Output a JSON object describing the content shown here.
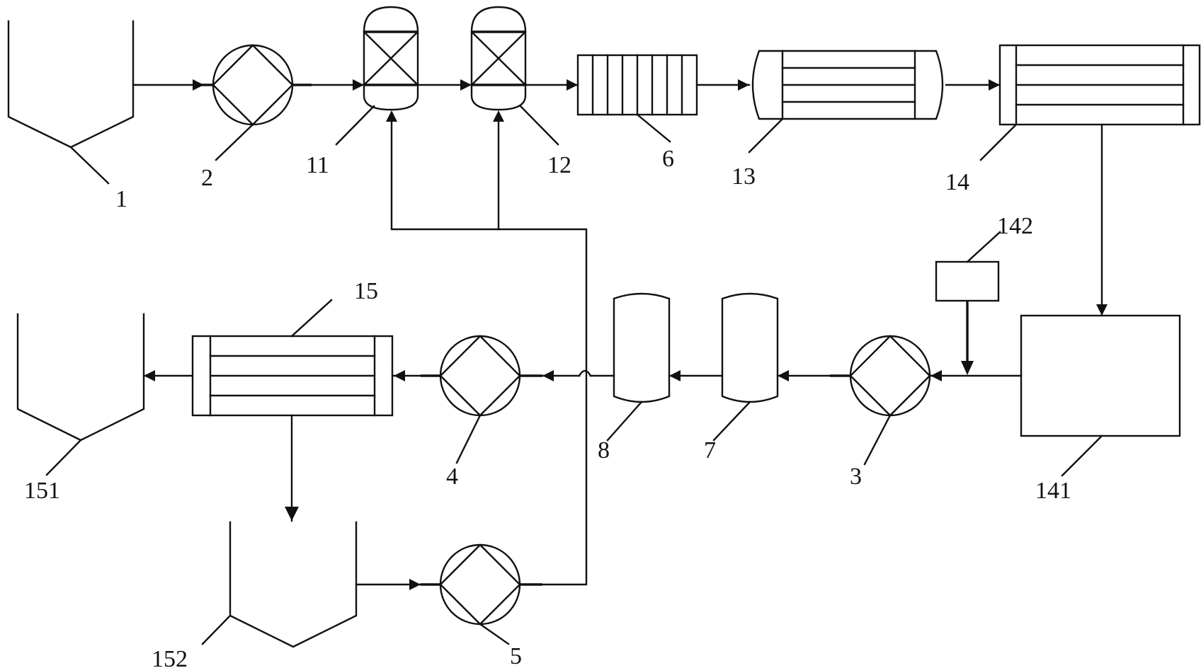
{
  "diagram": {
    "labels": {
      "l1": "1",
      "l2": "2",
      "l3": "3",
      "l4": "4",
      "l5": "5",
      "l6": "6",
      "l7": "7",
      "l8": "8",
      "l11": "11",
      "l12": "12",
      "l13": "13",
      "l14": "14",
      "l15": "15",
      "l141": "141",
      "l142": "142",
      "l151": "151",
      "l152": "152"
    }
  }
}
